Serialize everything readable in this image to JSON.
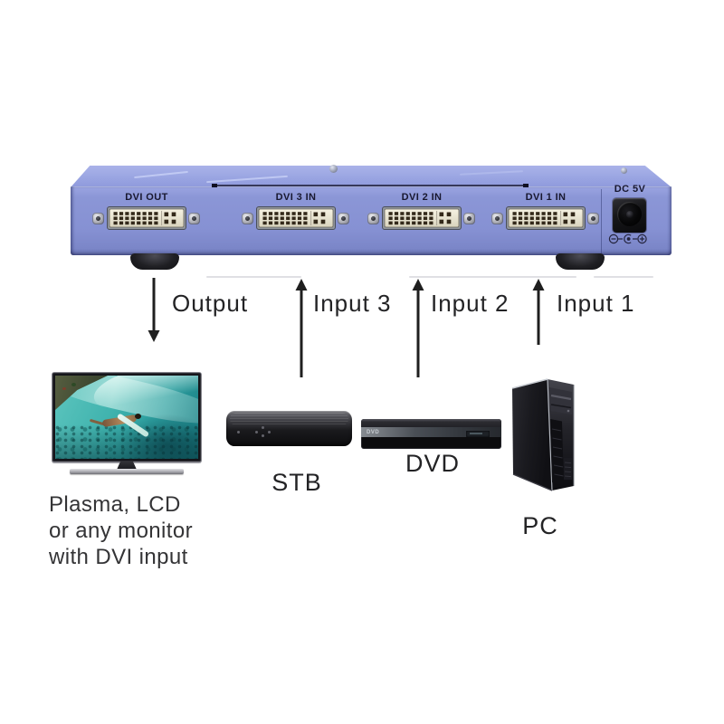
{
  "switch": {
    "ports": [
      {
        "label": "DVI OUT",
        "type": "output"
      },
      {
        "label": "DVI 3 IN",
        "type": "input"
      },
      {
        "label": "DVI 2 IN",
        "type": "input"
      },
      {
        "label": "DVI 1 IN",
        "type": "input"
      }
    ],
    "power": {
      "label": "DC 5V",
      "polarity_icon": "dc-polarity-center-positive-icon"
    },
    "colors": {
      "body": "#8a95d4",
      "top": "#9da8e3",
      "connector_face": "#eee9d8",
      "connector_pins": "#33291a"
    }
  },
  "arrows": [
    {
      "label": "Output",
      "direction": "down",
      "icon": "down-arrow-icon"
    },
    {
      "label": "Input 3",
      "direction": "up",
      "icon": "up-arrow-icon"
    },
    {
      "label": "Input 2",
      "direction": "up",
      "icon": "up-arrow-icon"
    },
    {
      "label": "Input 1",
      "direction": "up",
      "icon": "up-arrow-icon"
    }
  ],
  "monitor": {
    "caption": [
      "Plasma, LCD",
      "or any monitor",
      "with DVI input"
    ]
  },
  "sources": [
    {
      "label": "STB"
    },
    {
      "label": "DVD",
      "logo": "DVD"
    },
    {
      "label": "PC"
    }
  ]
}
